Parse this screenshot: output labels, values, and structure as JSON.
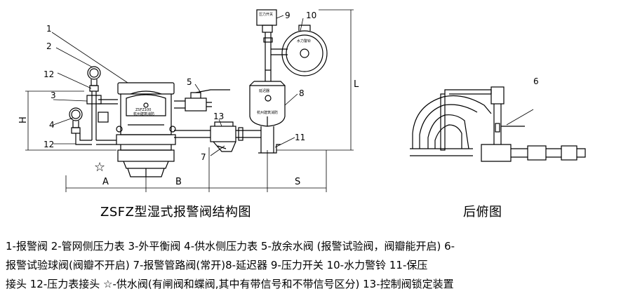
{
  "callouts": {
    "n1": "1",
    "n2": "2",
    "n3": "3",
    "n4": "4",
    "n5": "5",
    "n6": "6",
    "n7": "7",
    "n8": "8",
    "n9": "9",
    "n10": "10",
    "n11": "11",
    "n12a": "12",
    "n12b": "12",
    "n13": "13"
  },
  "dimensions": {
    "A": "A",
    "B": "B",
    "S": "S",
    "H": "H",
    "L": "L"
  },
  "component_marks": {
    "valve_body_line1": "ZSFZ100",
    "valve_body_line2": "杭州建筑消防",
    "delay_tank_line1": "延迟器",
    "delay_tank_line2": "杭州建筑消防",
    "pressure_switch": "压力开关",
    "bell_ring": "水力警铃",
    "star": "☆"
  },
  "captions": {
    "main": "ZSFZ型湿式报警阀结构图",
    "rear": "后俯图"
  },
  "legend": {
    "line1": "1-报警阀 2-管网侧压力表 3-外平衡阀 4-供水侧压力表 5-放余水阀 (报警试验阀，阀瓣能开启)  6-",
    "line2": "报警试验球阀(阀瓣不开启)    7-报警管路阀(常开)8-延迟器      9-压力开关   10-水力警铃 11-保压",
    "line3": "接头 12-压力表接头  ☆-供水阀(有闸阀和蝶阀,其中有带信号和不带信号区分) 13-控制阀锁定装置"
  },
  "colors": {
    "line": "#000000",
    "background": "#ffffff"
  }
}
